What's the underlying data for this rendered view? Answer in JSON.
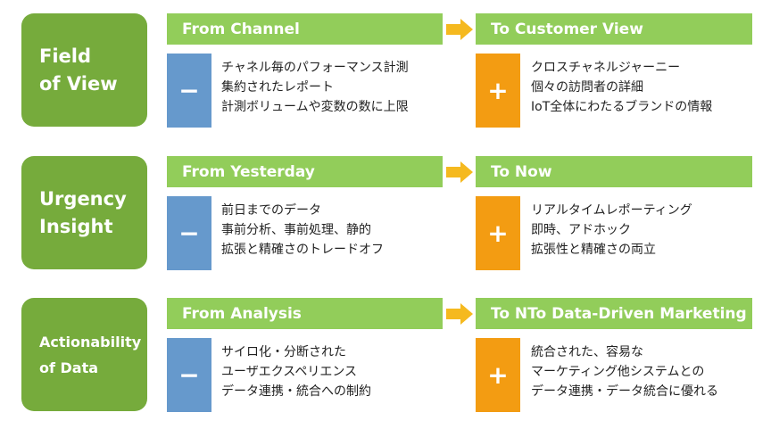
{
  "rows": [
    {
      "label": "Field\nof View",
      "from_header": "From Channel",
      "to_header": "To Customer View",
      "minus_symbol": "−",
      "plus_symbol": "+",
      "from_items": [
        "チャネル毎のパフォーマンス計測",
        "集約されたレポート",
        "計測ボリュームや変数の数に上限"
      ],
      "to_items": [
        "クロスチャネルジャーニー",
        "個々の訪問者の詳細",
        "IoT全体にわたるブランドの情報"
      ]
    },
    {
      "label": "Urgency\nInsight",
      "from_header": "From Yesterday",
      "to_header": "To Now",
      "minus_symbol": "−",
      "plus_symbol": "+",
      "from_items": [
        "前日までのデータ",
        "事前分析、事前処理、静的",
        "拡張と精確さのトレードオフ"
      ],
      "to_items": [
        "リアルタイムレポーティング",
        "即時、アドホック",
        "拡張性と精確さの両立"
      ]
    },
    {
      "label": "Actionability\nof Data",
      "from_header": "From Analysis",
      "to_header": "To NTo Data-Driven Marketing",
      "minus_symbol": "−",
      "plus_symbol": "+",
      "from_items": [
        "サイロ化・分断された",
        "ユーザエクスペリエンス",
        "データ連携・統合への制約"
      ],
      "to_items": [
        "統合された、容易な",
        "マーケティング他システムとの",
        "データ連携・データ統合に優れる"
      ]
    }
  ],
  "colors": {
    "label_bg": "#76ab3c",
    "header_bg": "#92cd5a",
    "arrow": "#f5b91f",
    "minus_bg": "#6699cc",
    "plus_bg": "#f39c12"
  }
}
